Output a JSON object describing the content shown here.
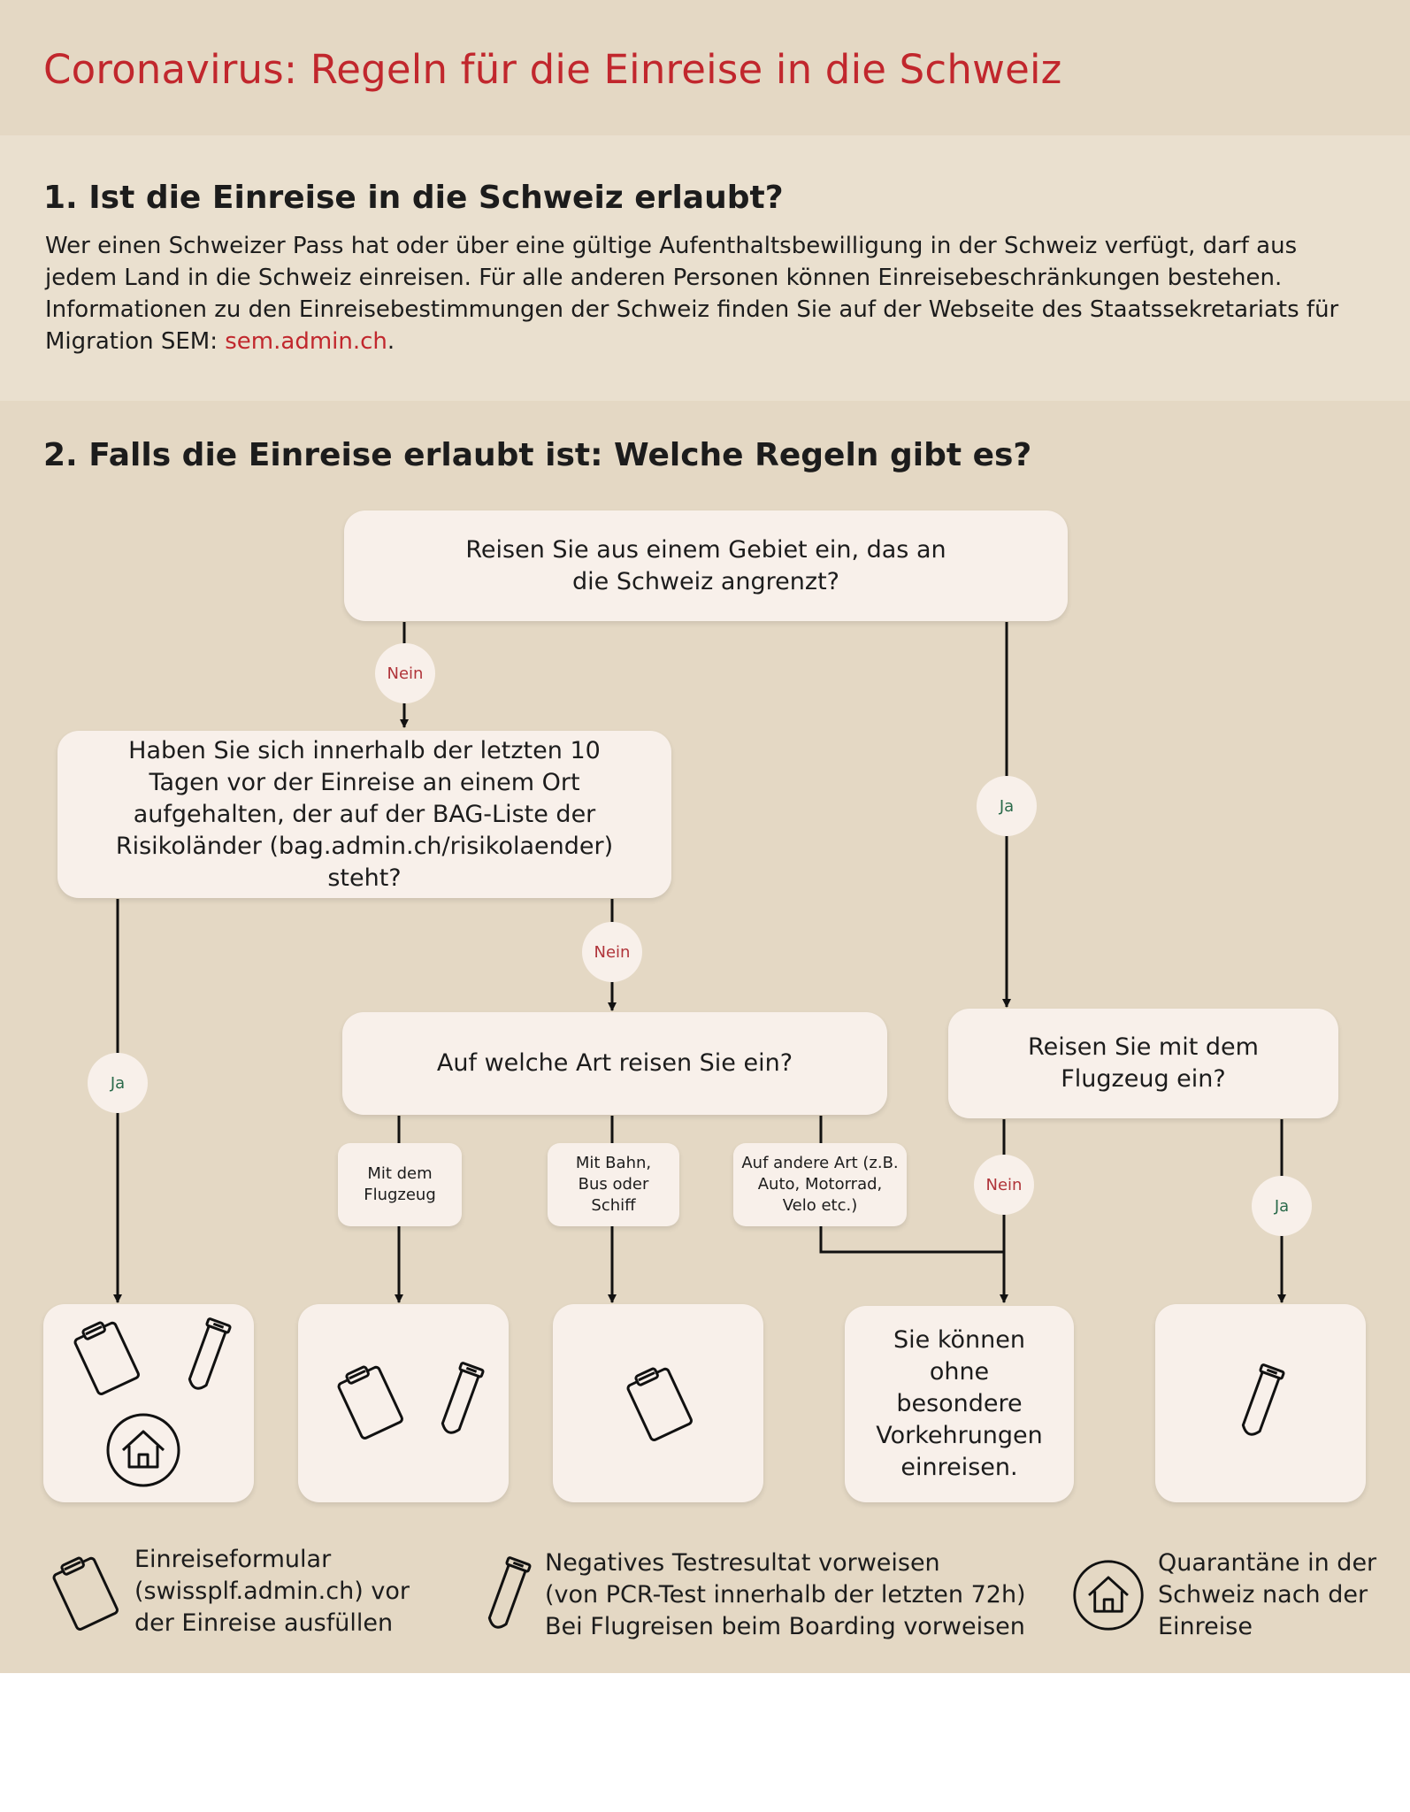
{
  "title": "Coronavirus: Regeln für die Einreise in die Schweiz",
  "section1": {
    "heading": "1. Ist die Einreise in die Schweiz erlaubt?",
    "paragraph": "Wer einen Schweizer Pass hat oder über eine gültige Aufenthaltsbewilligung in der Schweiz verfügt, darf aus jedem Land in die Schweiz einreisen. Für alle anderen Personen können Einreisebeschränkungen bestehen. Informationen zu den Einreisebestimmungen der Schweiz finden Sie auf der Webseite des Staatssekretariats für Migration SEM: ",
    "link": "sem.admin.ch",
    "period": "."
  },
  "section2": {
    "heading": "2. Falls die Einreise erlaubt ist: Welche Regeln gibt es?"
  },
  "flow": {
    "q_border": "Reisen Sie aus einem Gebiet ein, das an die Schweiz angrenzt?",
    "q_risk": "Haben Sie sich innerhalb der letzten 10 Tagen vor der Einreise an einem Ort aufgehalten, der auf der BAG-Liste der Risikoländer (bag.admin.ch/risikolaender) steht?",
    "q_mode": "Auf welche Art reisen Sie ein?",
    "q_plane": "Reisen Sie mit dem Flugzeug ein?",
    "opt_plane": "Mit dem Flugzeug",
    "opt_train": "Mit Bahn, Bus oder Schiff",
    "opt_other": "Auf andere Art (z.B. Auto, Motorrad, Velo etc.)",
    "result_free": "Sie können ohne besondere Vorkehrungen einreisen.",
    "yes": "Ja",
    "no": "Nein"
  },
  "legend": {
    "form": "Einreiseformular (swissplf.admin.ch) vor der Einreise ausfüllen",
    "test_line1": "Negatives Testresultat vorweisen",
    "test_line2": "(von PCR-Test innerhalb der letzten 72h)",
    "test_line3": "Bei Flugreisen beim Boarding vorweisen",
    "quarantine": "Quarantäne in der Schweiz nach der Einreise"
  },
  "colors": {
    "accent": "#c1272d",
    "background": "#e4d8c4",
    "box": "#f8f0ea",
    "yes": "#2a6a4a",
    "no": "#b0343a"
  },
  "icons": [
    "clipboard-icon",
    "test-tube-icon",
    "house-icon"
  ]
}
